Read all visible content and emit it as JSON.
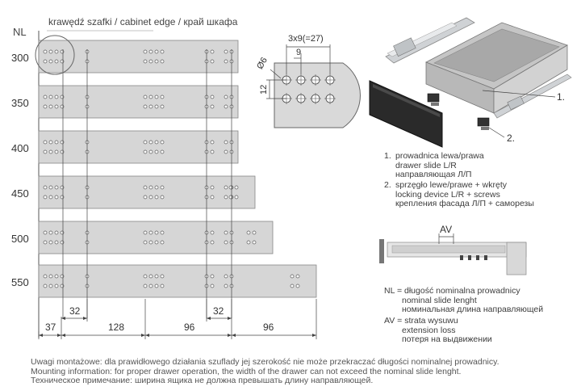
{
  "header": {
    "nl_heading": "NL",
    "cabinet_edge_label": "krawędź szafki / cabinet edge / край шкафа"
  },
  "rows": [
    {
      "nl": "300"
    },
    {
      "nl": "350"
    },
    {
      "nl": "400"
    },
    {
      "nl": "450"
    },
    {
      "nl": "500"
    },
    {
      "nl": "550"
    }
  ],
  "dimensions": {
    "bottom": [
      "37",
      "128",
      "96",
      "96"
    ],
    "offset_left": "32",
    "offset_right": "32"
  },
  "detail": {
    "pitch_label": "3x9(=27)",
    "spacing_label": "9",
    "diameter_label": "Ø6",
    "height_label": "12"
  },
  "legend": {
    "item1": {
      "number": "1.",
      "lines": [
        "prowadnica lewa/prawa",
        "drawer slide L/R",
        "направляющая Л/П"
      ]
    },
    "item2": {
      "number": "2.",
      "lines": [
        "sprzęgło lewe/prawe + wkręty",
        "locking device L/R + screws",
        "крепления фасада Л/П + саморезы"
      ]
    },
    "callout1": "1.",
    "callout2": "2."
  },
  "av_section": {
    "label": "AV"
  },
  "definitions": {
    "nl": [
      "NL = długość nominalna prowadnicy",
      "nominal slide lenght",
      "номинальная длина направляющей"
    ],
    "av": [
      "AV = strata wysuwu",
      "extension loss",
      "потеря на выдвижении"
    ]
  },
  "notes": [
    "Uwagi montażowe: dla prawidłowego działania szuflady jej szerokość nie może przekraczać długości nominalnej prowadnicy.",
    "Mounting information: for proper drawer operation, the width of the drawer can not exceed the nominal slide lenght.",
    "Техническое примечание: ширина ящика не должна превышать длину направляющей."
  ]
}
